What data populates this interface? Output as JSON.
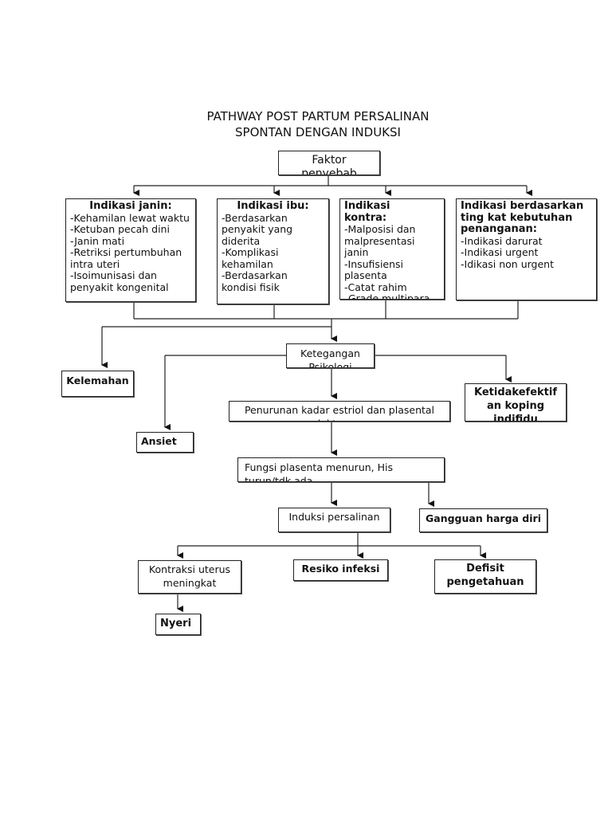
{
  "title": [
    "PATHWAY POST PARTUM PERSALINAN",
    "SPONTAN DENGAN INDUKSI"
  ],
  "nodes": {
    "faktor": "Faktor penyebab",
    "janin": {
      "heading": "Indikasi janin:",
      "items": [
        "-Kehamilan lewat waktu",
        "-Ketuban pecah dini",
        "-Janin mati",
        "-Retriksi pertumbuhan intra uteri",
        "-Isoimunisasi dan penyakit kongenital"
      ]
    },
    "ibu": {
      "heading": "Indikasi ibu:",
      "items": [
        "-Berdasarkan penyakit yang diderita",
        "-Komplikasi kehamilan",
        "-Berdasarkan kondisi fisik"
      ]
    },
    "kontra": {
      "heading": "Indikasi kontra:",
      "items": [
        "-Malposisi dan malpresentasi janin",
        "-Insufisiensi plasenta",
        "-Catat rahim",
        "-Grade multipara"
      ]
    },
    "kebutuhan": {
      "heading": "Indikasi berdasarkan ting kat kebutuhan penanganan:",
      "items": [
        "-Indikasi darurat",
        "-Indikasi urgent",
        "-Idikasi non urgent"
      ]
    },
    "kelemahan": "Kelemahan",
    "ketegangan": "Ketegangan Psikologi",
    "ketidakefektifan": "Ketidakefektif an koping indifidu",
    "penurunan": "Penurunan kadar estriol dan plasental laktogen",
    "ansiet": "Ansiet",
    "fungsi": "Fungsi plasenta menurun, His turun/tdk ada",
    "induksi": "Induksi persalinan",
    "gangguan": "Gangguan harga diri",
    "kontraksi": "Kontraksi uterus meningkat",
    "resiko": "Resiko infeksi",
    "defisit": "Defisit pengetahuan",
    "nyeri": "Nyeri"
  }
}
